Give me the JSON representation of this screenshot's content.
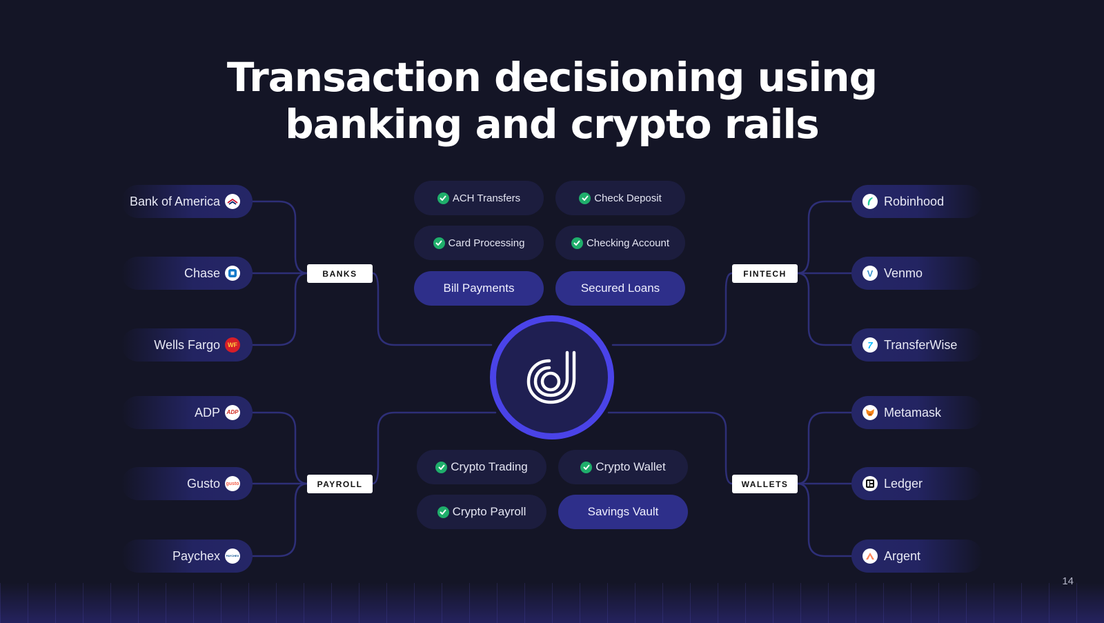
{
  "title": {
    "line1": "Transaction decisioning using",
    "line2": "banking and crypto rails"
  },
  "groups": {
    "banks": {
      "tag": "BANKS",
      "items": [
        {
          "label": "Bank of America",
          "icon": "bank-of-america-logo"
        },
        {
          "label": "Chase",
          "icon": "chase-logo"
        },
        {
          "label": "Wells Fargo",
          "icon": "wells-fargo-logo",
          "icon_text": "WF"
        }
      ]
    },
    "payroll": {
      "tag": "PAYROLL",
      "items": [
        {
          "label": "ADP",
          "icon": "adp-logo",
          "icon_text": "ADP"
        },
        {
          "label": "Gusto",
          "icon": "gusto-logo",
          "icon_text": "gusto"
        },
        {
          "label": "Paychex",
          "icon": "paychex-logo",
          "icon_text": "PAYCHEX"
        }
      ]
    },
    "fintech": {
      "tag": "FINTECH",
      "items": [
        {
          "label": "Robinhood",
          "icon": "robinhood-logo"
        },
        {
          "label": "Venmo",
          "icon": "venmo-logo",
          "icon_text": "V"
        },
        {
          "label": "TransferWise",
          "icon": "transferwise-logo",
          "icon_text": "7"
        }
      ]
    },
    "wallets": {
      "tag": "WALLETS",
      "items": [
        {
          "label": "Metamask",
          "icon": "metamask-logo"
        },
        {
          "label": "Ledger",
          "icon": "ledger-logo"
        },
        {
          "label": "Argent",
          "icon": "argent-logo"
        }
      ]
    }
  },
  "banking_features": {
    "checked": [
      "ACH Transfers",
      "Check Deposit",
      "Card Processing",
      "Checking Account"
    ],
    "other": [
      "Bill Payments",
      "Secured Loans"
    ]
  },
  "crypto_features": {
    "checked": [
      "Crypto Trading",
      "Crypto Wallet",
      "Crypto Payroll"
    ],
    "other": [
      "Savings Vault"
    ]
  },
  "hub_icon": "dwolla-style-logo-icon",
  "page_number": "14",
  "colors": {
    "background": "#141526",
    "pill": "#252667",
    "hub_ring": "#4a43e8",
    "check": "#1fae6b",
    "connector": "#2e2f78"
  }
}
